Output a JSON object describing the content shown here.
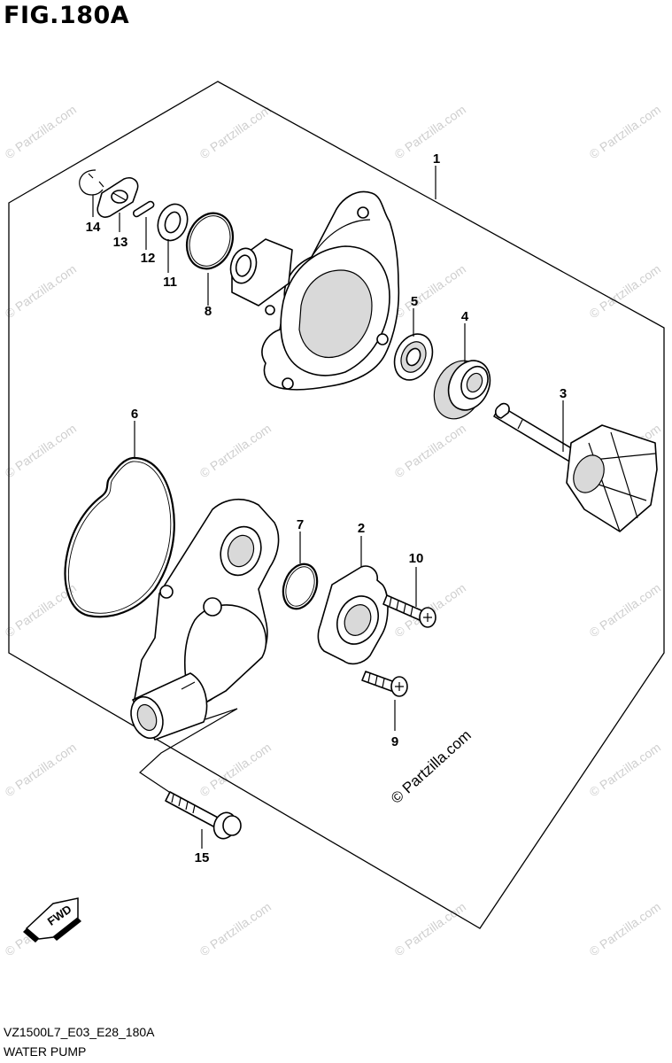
{
  "figure": {
    "title": "FIG.180A",
    "code": "VZ1500L7_E03_E28_180A",
    "name": "WATER PUMP"
  },
  "watermark": {
    "text": "© Partzilla.com",
    "main_text": "© Partzilla.com"
  },
  "fwd_label": "FWD",
  "callouts": [
    {
      "id": "c1",
      "label": "1"
    },
    {
      "id": "c2",
      "label": "2"
    },
    {
      "id": "c3",
      "label": "3"
    },
    {
      "id": "c4",
      "label": "4"
    },
    {
      "id": "c5",
      "label": "5"
    },
    {
      "id": "c6",
      "label": "6"
    },
    {
      "id": "c7",
      "label": "7"
    },
    {
      "id": "c8",
      "label": "8"
    },
    {
      "id": "c9",
      "label": "9"
    },
    {
      "id": "c10",
      "label": "10"
    },
    {
      "id": "c11",
      "label": "11"
    },
    {
      "id": "c12",
      "label": "12"
    },
    {
      "id": "c13",
      "label": "13"
    },
    {
      "id": "c14",
      "label": "14"
    },
    {
      "id": "c15",
      "label": "15"
    }
  ]
}
